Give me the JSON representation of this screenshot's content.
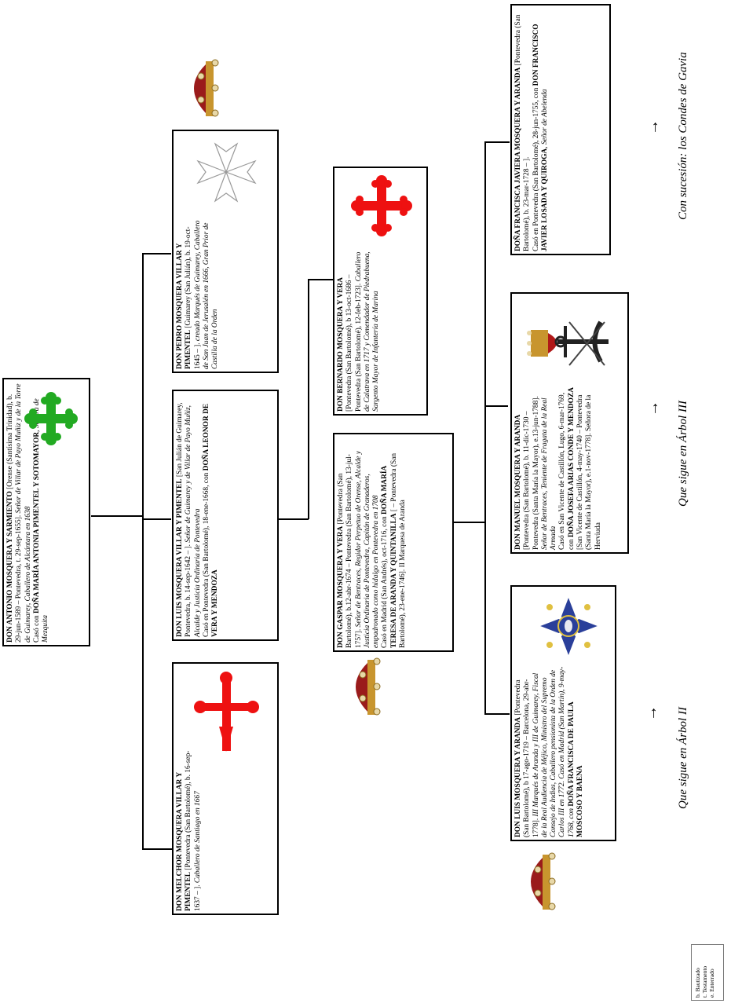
{
  "persons": [
    {
      "id": "antonio",
      "name": "DON ANTONIO MOSQUERA Y SARMIENTO",
      "text": " [Orense (Santísima Trinidad), b. 29-jun-1589 – Pontevedra, t. 29-sep-1655]. ",
      "title": "Señor de Villar de Payo Muñiz y de la Torre de Guimarey, Caballero de Alcántara en 1638",
      "spouse_prefix": "Casó con ",
      "spouse": "DOÑA MARÍA ANTONIA PIMENTEL Y SOTOMAYOR",
      "spouse_title": ", Señora de Mezquita"
    },
    {
      "id": "melchor",
      "name": "DON MELCHOR MOSQUERA VILLAR Y PIMENTEL",
      "text": " [Pontevedra (San Bartolomé), b. 16-sep-1637 – ]. ",
      "title": "Caballero de Santiago en 1667",
      "spouse_prefix": "",
      "spouse": "",
      "spouse_title": ""
    },
    {
      "id": "luis1",
      "name": "DON LUIS MOSQUERA VILLAR Y PIMENTEL",
      "text": " [San Julián de Guimarey, Pontevedra, b. 14-sep-1642 – ]. ",
      "title": "Señor de Guimarey y de Villar de Payo Muñiz, Alcalde y Justicia Ordinaria de Pontevedra",
      "spouse_prefix": "Casó en Pontevedra (San Bartolomé), 18-ene-1668, con ",
      "spouse": "DOÑA LEONOR DE VERA Y MENDOZA",
      "spouse_title": ""
    },
    {
      "id": "pedro",
      "name": "DON PEDRO MOSQUERA VILLAR Y PIMENTEL",
      "text": " [Guimarey (San Julián), b. 19-oct-1645 – ]. ",
      "title": "creado Marqués de Guimarey, Caballero de San Juan de Jerusalén en 1666, Gran Prior de Castilla de la Orden",
      "spouse_prefix": "",
      "spouse": "",
      "spouse_title": ""
    },
    {
      "id": "gaspar",
      "name": "DON GASPAR MOSQUERA Y VERA",
      "text": " [Pontevedra (San Bartolomé), b.12-abr-1674 – Pontevedra (San Bartolomé), 13-jul-1757]. ",
      "title": "Señor de Bentraces, Regidor Perpetuo de Orense, Alcalde y Justicia Ordinaria de Pontevedra, Capitán de Granaderos, empadronado como hidalgo en Pontevedra en 1708",
      "spouse_prefix": "Casó en Madrid (San Andrés), oct-1716, con ",
      "spouse": "DOÑA MARÍA TERESA DE ARANDA Y QUINTANILLA",
      "spouse_title": " [ – Pontevedra (San Bartolomé), 23-ene-1746]. II Marquesa de Aranda"
    },
    {
      "id": "bernardo",
      "name": "DON BERNARDO MOSQUERA Y VERA",
      "text": " [Pontevedra (San Bartolomé), b 13-oct-1686 – Pontevedra (San Bartolomé), 12-feb-1723]. ",
      "title": "Caballero de Calatrava en 1717 y Comendador de Piedrabuena, Sargento Mayor de Infantería de Marina",
      "spouse_prefix": "",
      "spouse": "",
      "spouse_title": ""
    },
    {
      "id": "luis2",
      "name": "DON LUIS MOSQUERA Y ARANDA",
      "text": " [Pontevedra (San Bartolomé), b 17-ago-1719 – Barcelona, 29-abr-1778]. ",
      "title": "III Marqués de Aranda y III de Guimarey, Fiscal de la Real Audiencia de Méjico, Ministro del Supremo Consejo de Indias, Caballero pensionista de la Orden de Carlos III en 1772. Casó en Madrid (San Martín), 9-may-1768, con ",
      "spouse_prefix": "",
      "spouse": "DOÑA FRANCISCA DE PAULA MOSCOSO Y BAENA",
      "spouse_title": ""
    },
    {
      "id": "manuel",
      "name": "DON MANUEL MOSQUERA Y ARANDA",
      "text": " [Pontevedra (San Bartolomé), b. 11-dic-1730 – Pontevedra (Santa María la Mayor), e.13-jun-1788]. ",
      "title": "Señor de Bentraces, Teniente de Fragata de la Real Armada",
      "spouse_prefix": "Casó en San Vicente de Castillón, Lugo, 6-mar-1769, con ",
      "spouse": "DOÑA JOSEFA ARIAS CONDE Y MENDOZA",
      "spouse_title": " [San Vicente de Castillón, 4-may-1740 – Pontevedra (Santa María la Mayor), e.1-nov-1778]. Señora de la Herviuda"
    },
    {
      "id": "francisca",
      "name": "DOÑA FRANCISCA JAVIERA MOSQUERA Y ARANDA",
      "text": " [Pontevedra (San Bartolomé), b. 23-mar-1728 – ]. ",
      "title": "",
      "spouse_prefix": "Casó en Pontevedra (San Bartolomé), 28-jun-1755, con ",
      "spouse": "DON FRANCISCO JAVIER LOSADA Y QUIROGA",
      "spouse_title": ", Señor de Abelenda"
    }
  ],
  "notes": {
    "arbol2": "Que sigue en Árbol II",
    "arbol3": "Que sigue en Árbol III",
    "gavia": "Con sucesión: los Condes de Gavia",
    "arrow": "→"
  },
  "legend": [
    "b. Bautizado",
    "t. Testamento",
    "e. Enterrado"
  ],
  "colors": {
    "alcantara": "#22aa22",
    "santiago": "#ee1111",
    "calatrava": "#ee1111",
    "crown_gold": "#c8952e",
    "crown_red": "#9a1b1b"
  }
}
